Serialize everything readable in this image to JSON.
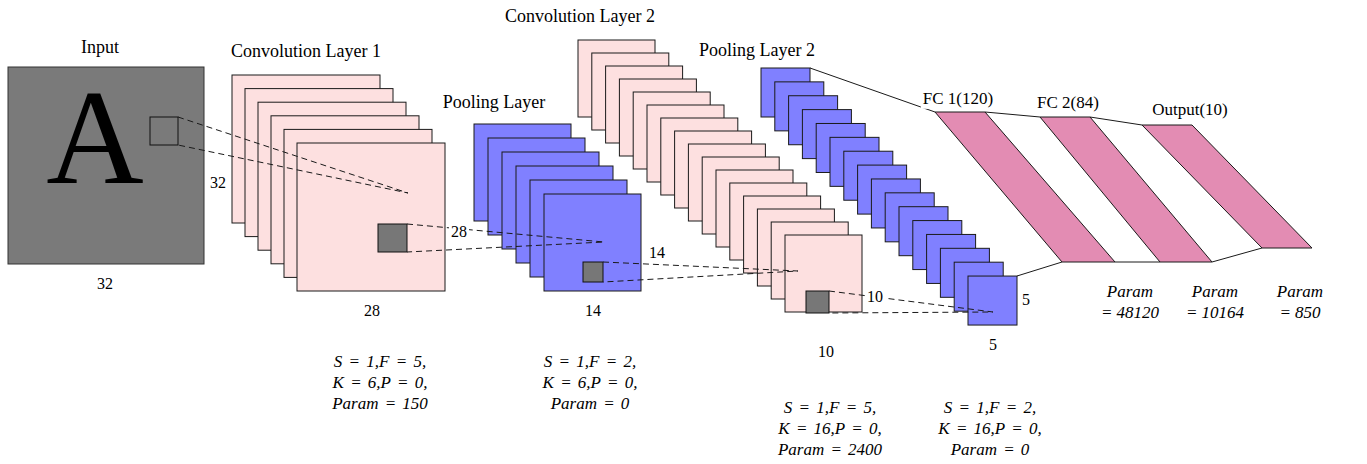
{
  "diagram": {
    "nodes": [
      {
        "text": [
          "Input",
          "A",
          "32",
          "32"
        ]
      },
      {
        "text": [
          "Convolution Layer 1",
          "28",
          "28"
        ]
      },
      {
        "text": [
          "Pooling Layer",
          "14",
          "14"
        ]
      },
      {
        "text": [
          "Convolution Layer 2",
          "10",
          "10"
        ]
      },
      {
        "text": [
          "Pooling Layer 2",
          "5",
          "5"
        ]
      },
      {
        "text": [
          "FC 1(120)"
        ]
      },
      {
        "text": [
          "FC 2(84)"
        ]
      },
      {
        "text": [
          "Output(10)"
        ]
      }
    ],
    "edges": [
      {
        "from": 0,
        "to": 1,
        "arrow": "none"
      },
      {
        "from": 1,
        "to": 2,
        "arrow": "none"
      },
      {
        "from": 2,
        "to": 3,
        "arrow": "none"
      },
      {
        "from": 3,
        "to": 4,
        "arrow": "none"
      },
      {
        "from": 4,
        "to": 5,
        "arrow": "none"
      },
      {
        "from": 5,
        "to": 6,
        "arrow": "none"
      },
      {
        "from": 6,
        "to": 7,
        "arrow": "none"
      }
    ],
    "labels": [
      "S = 1,F = 5, K = 6,P = 0, Param = 150",
      "S = 1,F = 2, K = 6,P = 0, Param = 0",
      "S = 1,F = 5, K = 16,P = 0, Param = 2400",
      "S = 1,F = 2, K = 16,P = 0, Param = 0",
      "Param = 48120",
      "Param = 10164",
      "Param = 850"
    ]
  }
}
